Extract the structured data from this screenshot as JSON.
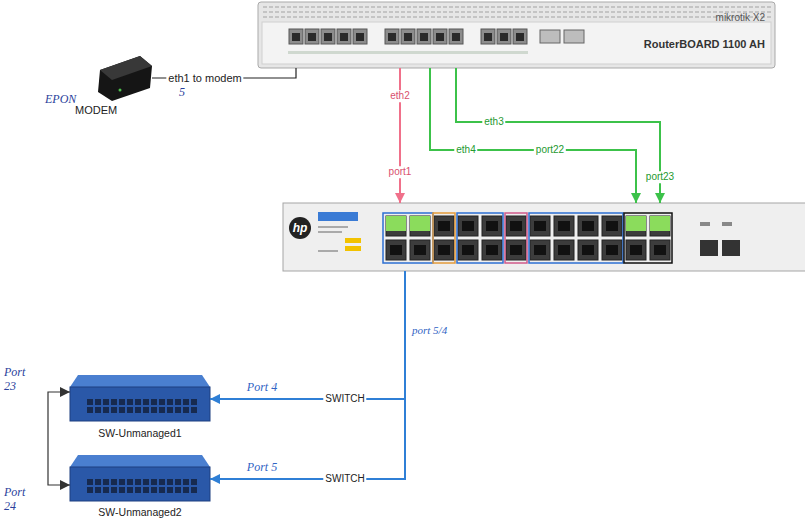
{
  "diagram": {
    "nodes": [
      {
        "text": [
          "mikrotik X2",
          "RouterBOARD 1100 AH"
        ]
      },
      {
        "text": [
          "EPON",
          "MODEM"
        ]
      },
      {
        "text": [
          "hp"
        ]
      },
      {
        "text": [
          "SW-Unmanaged1"
        ]
      },
      {
        "text": [
          "SW-Unmanaged2"
        ]
      }
    ],
    "edges": [
      {
        "from": 0,
        "to": 1,
        "arrow": "none",
        "label": "eth1 to modem"
      },
      {
        "from": 0,
        "to": 2,
        "arrow": "to",
        "label": "eth2"
      },
      {
        "from": 0,
        "to": 2,
        "arrow": "to",
        "label": "eth4"
      },
      {
        "from": 0,
        "to": 2,
        "arrow": "to",
        "label": "eth3"
      },
      {
        "from": 2,
        "to": 3,
        "arrow": "to",
        "label": "SWITCH"
      },
      {
        "from": 2,
        "to": 4,
        "arrow": "to",
        "label": "SWITCH"
      },
      {
        "from": 3,
        "to": 4,
        "arrow": "both"
      }
    ],
    "labels": [
      "5",
      "port1",
      "port22",
      "port23",
      "port 5/4",
      "Port 4",
      "Port 5",
      "Port 23",
      "Port 24"
    ]
  }
}
